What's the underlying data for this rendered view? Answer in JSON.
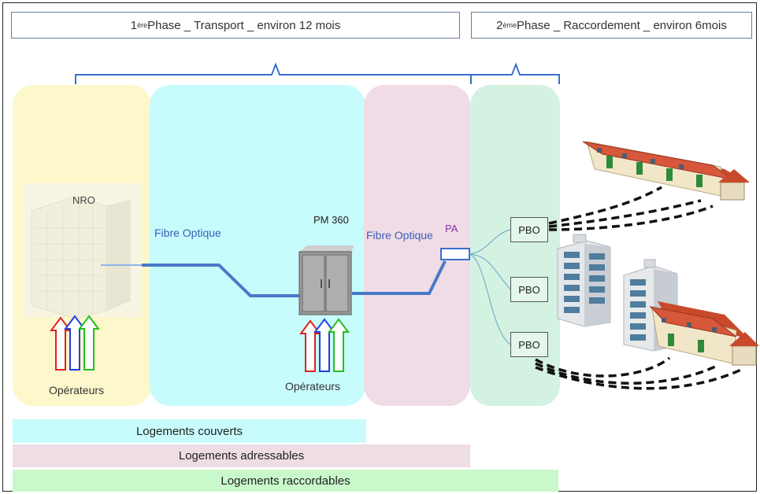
{
  "header": {
    "phase1": {
      "sup": "ère",
      "number": "1",
      "text": " Phase _ Transport _ environ 12 mois"
    },
    "phase2": {
      "sup": "ème",
      "number": "2",
      "text": " Phase _ Raccordement _ environ 6mois"
    }
  },
  "labels": {
    "nro": "NRO",
    "fibre_left": "Fibre Optique",
    "pm": "PM 360",
    "fibre_right": "Fibre Optique",
    "pa": "PA",
    "operateurs_nro": "Opérateurs",
    "operateurs_pm": "Opérateurs",
    "pbo1": "PBO",
    "pbo2": "PBO",
    "pbo3": "PBO"
  },
  "bars": {
    "couverts": "Logements couverts",
    "adressables": "Logements adressables",
    "raccordables": "Logements raccordables"
  },
  "colors": {
    "zone_nro": "#fcf8cc",
    "zone_pm": "#c8fbfc",
    "zone_pa": "#f0dce6",
    "zone_pbo": "#d3f2e2",
    "bar_couverts": "#c8fbfc",
    "bar_adressables": "#eedde5",
    "bar_raccordables": "#c9f8ca",
    "fibre": "#4a78c8",
    "bracket": "#3a6fd0",
    "arrow_red": "#e02020",
    "arrow_blue": "#2040e0",
    "arrow_green": "#20c020"
  }
}
